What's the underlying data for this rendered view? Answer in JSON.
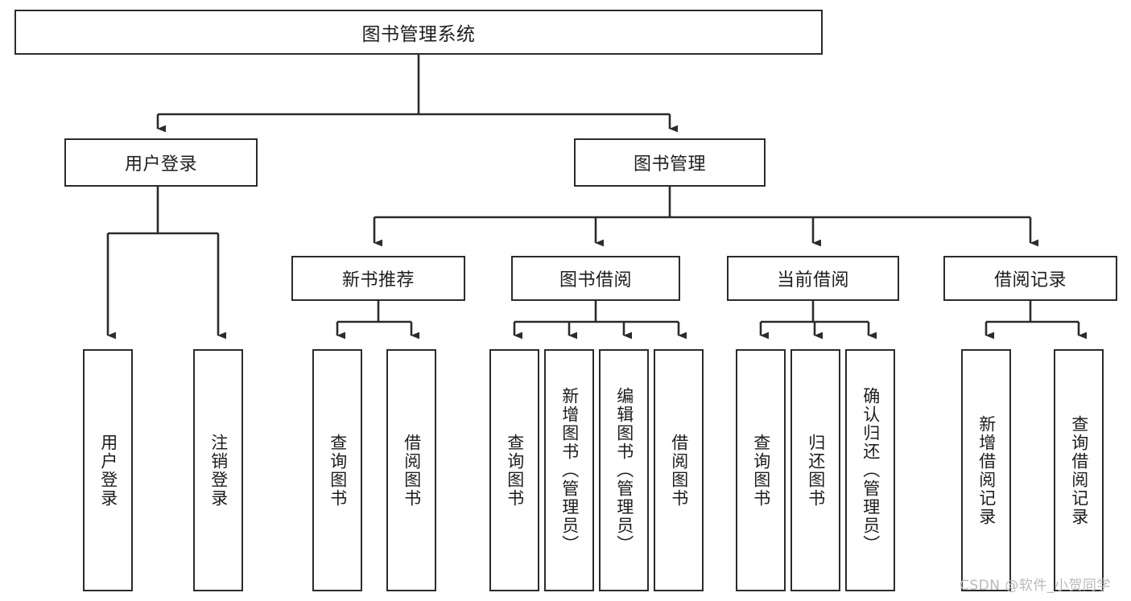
{
  "diagram": {
    "title": "图书管理系统",
    "type": "hierarchy-tree",
    "root": {
      "label": "图书管理系统"
    },
    "level1": [
      {
        "label": "用户登录"
      },
      {
        "label": "图书管理"
      }
    ],
    "level2": [
      {
        "label": "新书推荐"
      },
      {
        "label": "图书借阅"
      },
      {
        "label": "当前借阅"
      },
      {
        "label": "借阅记录"
      }
    ],
    "leaves": {
      "user_login": [
        {
          "label": "用户登录"
        },
        {
          "label": "注销登录"
        }
      ],
      "new_book_recommend": [
        {
          "label": "查询图书"
        },
        {
          "label": "借阅图书"
        }
      ],
      "book_borrow": [
        {
          "label": "查询图书"
        },
        {
          "label": "新增图书（管理员）"
        },
        {
          "label": "编辑图书（管理员）"
        },
        {
          "label": "借阅图书"
        }
      ],
      "current_borrow": [
        {
          "label": "查询图书"
        },
        {
          "label": "归还图书"
        },
        {
          "label": "确认归还（管理员）"
        }
      ],
      "borrow_record": [
        {
          "label": "新增借阅记录"
        },
        {
          "label": "查询借阅记录"
        }
      ]
    }
  },
  "watermark": {
    "text": "CSDN @软件_小贺同学"
  },
  "colors": {
    "stroke": "#2b2b2b",
    "text": "#1d1d1d",
    "background": "#ffffff",
    "watermark": "#b9b9b9"
  }
}
